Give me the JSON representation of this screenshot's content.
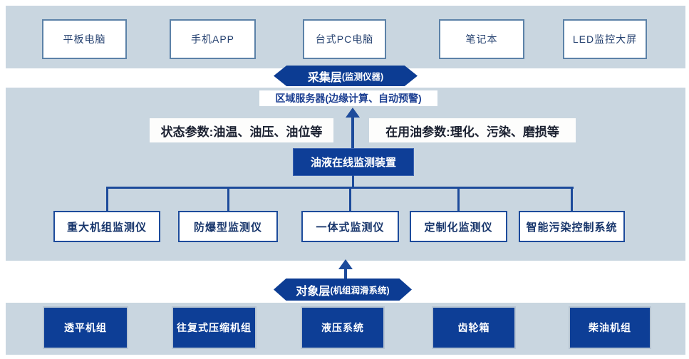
{
  "diagram": {
    "terminal_layer": {
      "nodes": [
        "平板电脑",
        "手机APP",
        "台式PC电脑",
        "笔记本",
        "LED监控大屏"
      ]
    },
    "collection_layer_banner": {
      "main": "采集层",
      "sub": "(监测仪器)"
    },
    "server_node": {
      "label": "区域服务器(边缘计算、自动预警)"
    },
    "param_labels": {
      "left": "状态参数:油温、油压、油位等",
      "right": "在用油参数:理化、污染、磨损等"
    },
    "device_node": {
      "label": "油液在线监测装置"
    },
    "instrument_layer": {
      "nodes": [
        "重大机组监测仪",
        "防爆型监测仪",
        "一体式监测仪",
        "定制化监测仪",
        "智能污染控制系统"
      ]
    },
    "object_layer_banner": {
      "main": "对象层 ",
      "sub": "(机组润滑系统)"
    },
    "equipment_layer": {
      "nodes": [
        "透平机组",
        "往复式压缩机组",
        "液压系统",
        "齿轮箱",
        "柴油机组"
      ]
    },
    "colors": {
      "band_background": "#c9d6e0",
      "navy_fill": "#0d3e96",
      "connector_line": "#1d4b9b",
      "terminal_node_border": "#5c82a8",
      "instrument_node_border": "#1d4b9b",
      "equipment_node_border": "#b6c4d2"
    }
  }
}
